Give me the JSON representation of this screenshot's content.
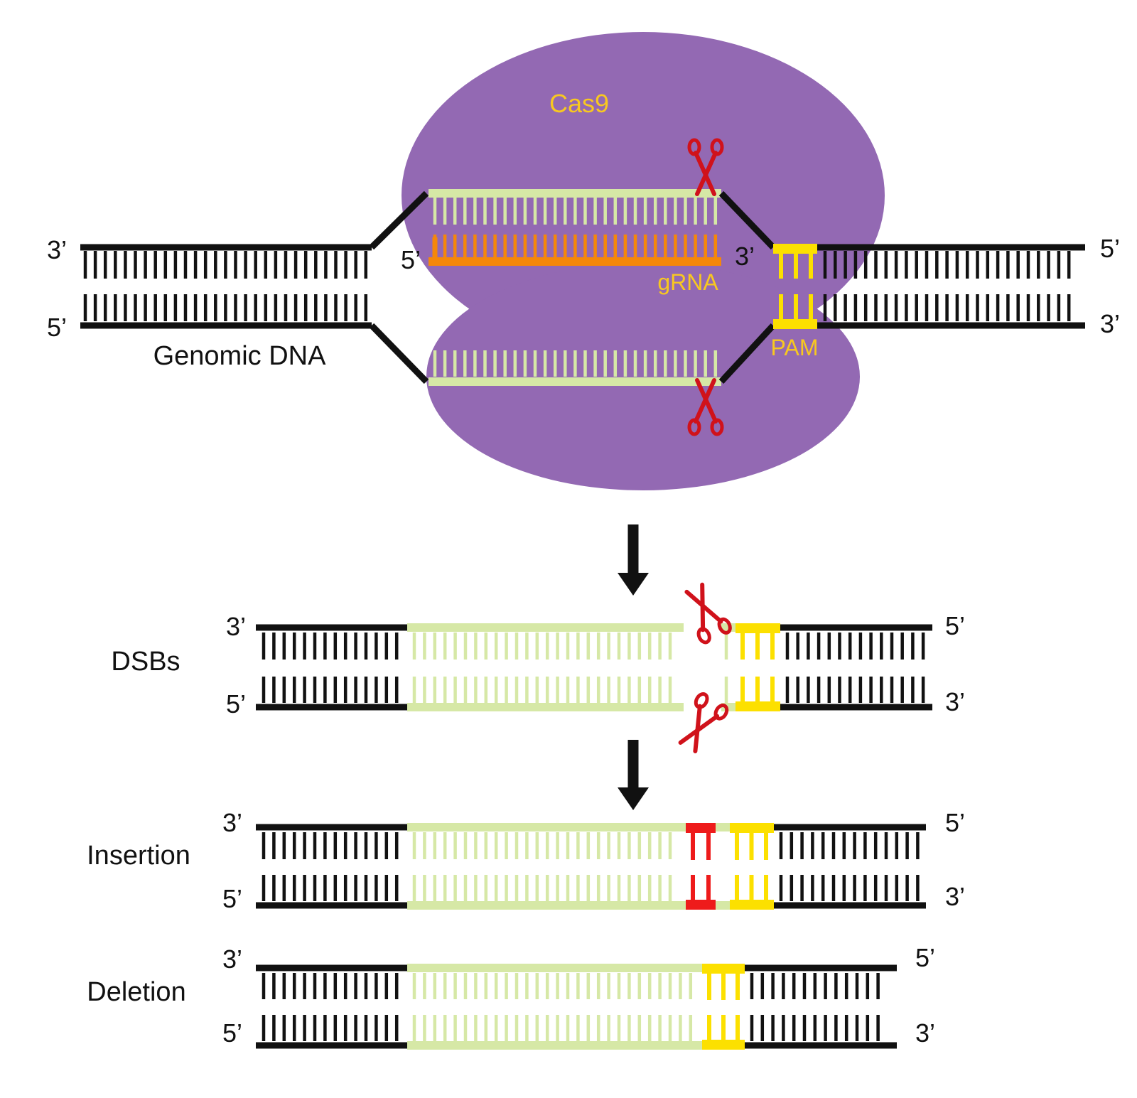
{
  "labels": {
    "cas9": "Cas9",
    "grna": "gRNA",
    "pam": "PAM",
    "genomic_dna": "Genomic DNA",
    "dsbs": "DSBs",
    "insertion": "Insertion",
    "deletion": "Deletion"
  },
  "ends": {
    "prime3": "3’",
    "prime5": "5’"
  },
  "colors": {
    "dna": "#111111",
    "target": "#d6e8a6",
    "grna": "#f5870a",
    "pam": "#fce000",
    "cas9": "#9369b3",
    "cas9_label": "#f8c820",
    "scissors": "#d0121b",
    "insert": "#ee1b1b",
    "arrow": "#111111"
  },
  "icons": [
    "scissors-icon",
    "down-arrow-icon"
  ]
}
